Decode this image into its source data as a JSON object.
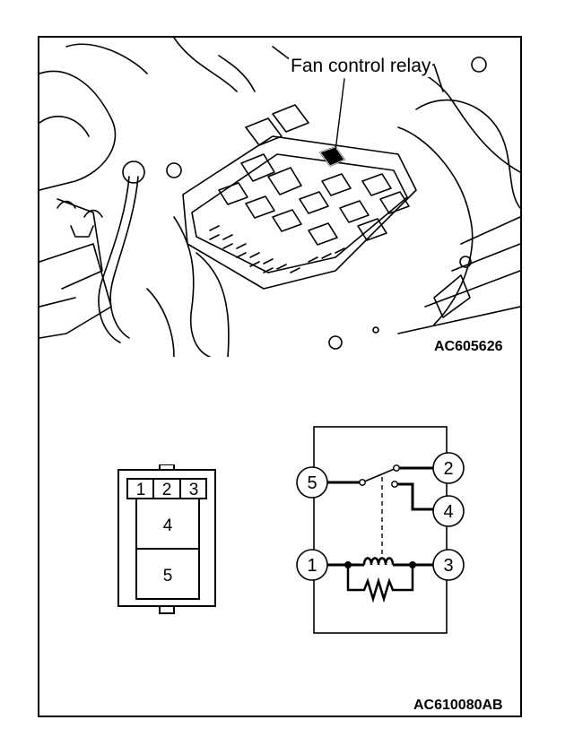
{
  "photo": {
    "callout_label": "Fan control relay",
    "figure_code": "AC605626"
  },
  "connector": {
    "pins_top": [
      "1",
      "2",
      "3"
    ],
    "pins_large": [
      "4",
      "5"
    ]
  },
  "schematic": {
    "terminals": [
      "5",
      "2",
      "4",
      "1",
      "3"
    ]
  },
  "figure_code": "AC610080AB"
}
